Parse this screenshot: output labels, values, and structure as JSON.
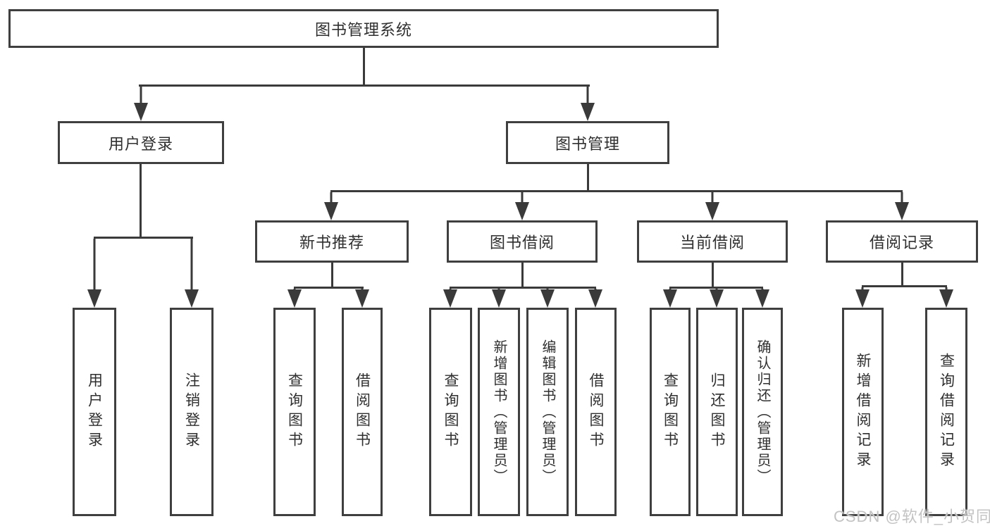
{
  "colors": {
    "line": "#3a3a3a",
    "box_border": "#3f3f3f",
    "text": "#2f2f2f",
    "watermark": "#c3c3c3",
    "background": "#ffffff"
  },
  "watermark": "CSDN @软件_小贺同学",
  "tree": {
    "root": "图书管理系统",
    "branches": [
      {
        "label": "用户登录",
        "children": [
          "用户登录",
          "注销登录"
        ]
      },
      {
        "label": "图书管理",
        "children": [
          {
            "label": "新书推荐",
            "children": [
              "查询图书",
              "借阅图书"
            ]
          },
          {
            "label": "图书借阅",
            "children": [
              "查询图书",
              "新增图书（管理员）",
              "编辑图书（管理员）",
              "借阅图书"
            ]
          },
          {
            "label": "当前借阅",
            "children": [
              "查询图书",
              "归还图书",
              "确认归还（管理员）"
            ]
          },
          {
            "label": "借阅记录",
            "children": [
              "新增借阅记录",
              "查询借阅记录"
            ]
          }
        ]
      }
    ]
  }
}
